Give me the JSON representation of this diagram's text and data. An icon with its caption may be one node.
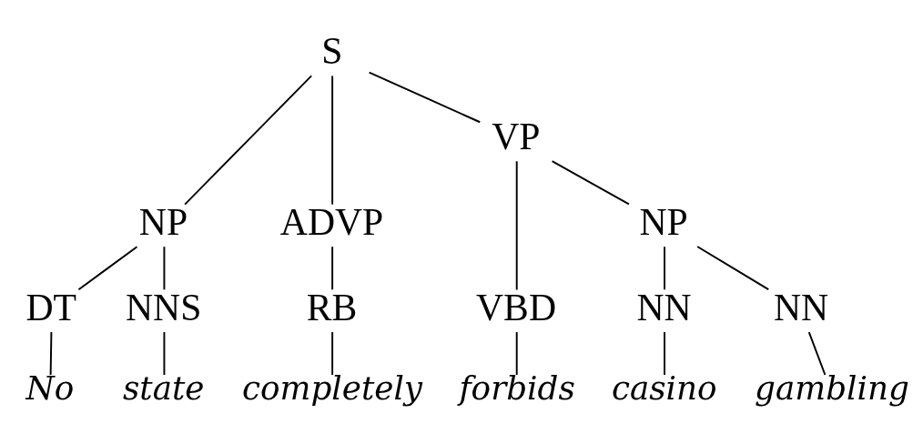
{
  "diagram": {
    "nodes": [
      {
        "text": [
          "S"
        ]
      },
      {
        "text": [
          "VP"
        ]
      },
      {
        "text": [
          "NP"
        ]
      },
      {
        "text": [
          "ADVP"
        ]
      },
      {
        "text": [
          "NP"
        ]
      },
      {
        "text": [
          "DT"
        ]
      },
      {
        "text": [
          "NNS"
        ]
      },
      {
        "text": [
          "RB"
        ]
      },
      {
        "text": [
          "VBD"
        ]
      },
      {
        "text": [
          "NN"
        ]
      },
      {
        "text": [
          "NN"
        ]
      },
      {
        "text": [
          "No"
        ]
      },
      {
        "text": [
          "state"
        ]
      },
      {
        "text": [
          "completely"
        ]
      },
      {
        "text": [
          "forbids"
        ]
      },
      {
        "text": [
          "casino"
        ]
      },
      {
        "text": [
          "gambling"
        ]
      }
    ],
    "edges": [
      {
        "from": 0,
        "to": 2,
        "arrow": "none"
      },
      {
        "from": 0,
        "to": 3,
        "arrow": "none"
      },
      {
        "from": 0,
        "to": 1,
        "arrow": "none"
      },
      {
        "from": 2,
        "to": 5,
        "arrow": "none"
      },
      {
        "from": 2,
        "to": 6,
        "arrow": "none"
      },
      {
        "from": 3,
        "to": 7,
        "arrow": "none"
      },
      {
        "from": 1,
        "to": 8,
        "arrow": "none"
      },
      {
        "from": 1,
        "to": 4,
        "arrow": "none"
      },
      {
        "from": 4,
        "to": 9,
        "arrow": "none"
      },
      {
        "from": 4,
        "to": 10,
        "arrow": "none"
      },
      {
        "from": 5,
        "to": 11,
        "arrow": "none"
      },
      {
        "from": 6,
        "to": 12,
        "arrow": "none"
      },
      {
        "from": 7,
        "to": 13,
        "arrow": "none"
      },
      {
        "from": 8,
        "to": 14,
        "arrow": "none"
      },
      {
        "from": 9,
        "to": 15,
        "arrow": "none"
      },
      {
        "from": 10,
        "to": 16,
        "arrow": "none"
      }
    ]
  }
}
